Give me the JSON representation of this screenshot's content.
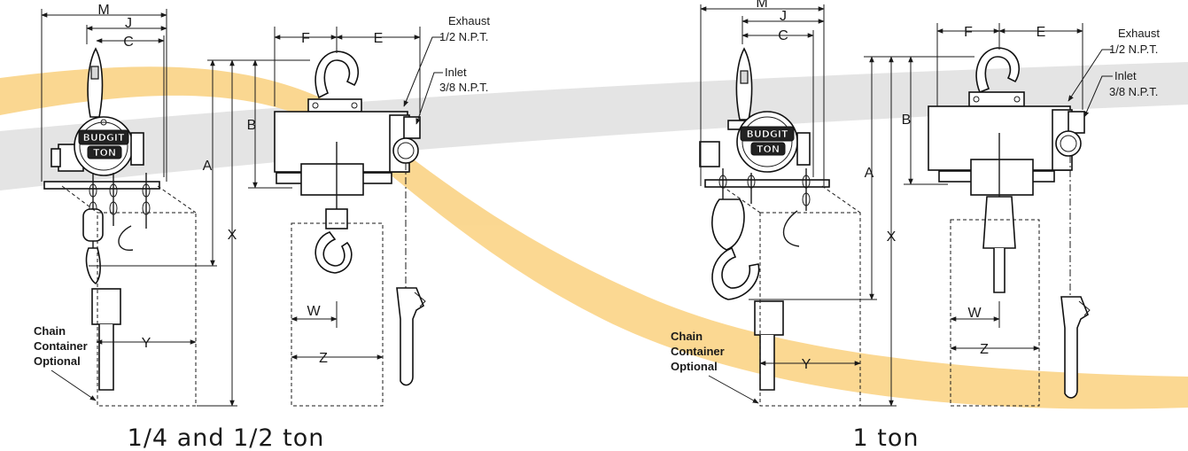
{
  "watermark": {
    "band_color": "#cfcfcf",
    "swoosh_color": "#f5b324"
  },
  "brand": {
    "line1": "BUDGIT",
    "line2": "TON"
  },
  "left_figure": {
    "caption": "1/4 and 1/2 ton",
    "dims": {
      "M": "M",
      "J": "J",
      "C": "C",
      "F": "F",
      "E": "E",
      "A": "A",
      "B": "B",
      "X": "X",
      "Y": "Y",
      "W": "W",
      "Z": "Z"
    },
    "exhaust": {
      "label": "Exhaust",
      "size": "1/2 N.P.T."
    },
    "inlet": {
      "label": "Inlet",
      "size": "3/8 N.P.T."
    },
    "chain_container": {
      "line1": "Chain",
      "line2": "Container",
      "line3": "Optional"
    }
  },
  "right_figure": {
    "caption": "1 ton",
    "dims": {
      "M": "M",
      "J": "J",
      "C": "C",
      "F": "F",
      "E": "E",
      "A": "A",
      "B": "B",
      "X": "X",
      "Y": "Y",
      "W": "W",
      "Z": "Z"
    },
    "exhaust": {
      "label": "Exhaust",
      "size": "1/2 N.P.T."
    },
    "inlet": {
      "label": "Inlet",
      "size": "3/8 N.P.T."
    },
    "chain_container": {
      "line1": "Chain",
      "line2": "Container",
      "line3": "Optional"
    }
  }
}
